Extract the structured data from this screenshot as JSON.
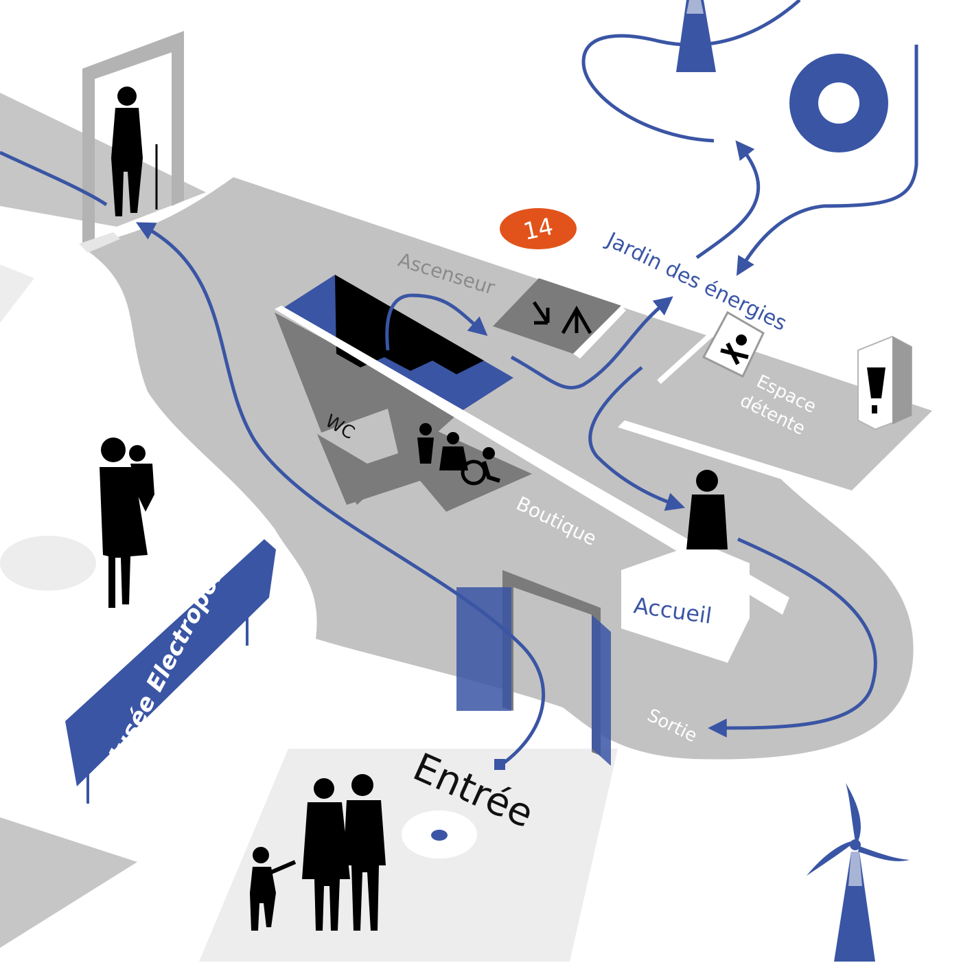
{
  "map": {
    "labels": {
      "ascenseur": "Ascenseur",
      "jardin": "Jardin des énergies",
      "stop_number": "14",
      "espace_line1": "Espace",
      "espace_line2": "détente",
      "wc": "WC",
      "boutique": "Boutique",
      "accueil": "Accueil",
      "sortie": "Sortie",
      "entree": "Entrée",
      "museum_sign": "Musée  Electropolis"
    },
    "icons": [
      "elevator-icon",
      "baby-changing-icon",
      "trash-bin-icon",
      "toilets-icon",
      "wheelchair-icon",
      "turbine-wheel-icon",
      "wind-turbine-icon",
      "route-arrow-icon"
    ],
    "colors": {
      "route_blue": "#3a55a4",
      "floor_grey": "#c2c2c2",
      "wall_grey": "#7b7b7b",
      "badge_orange": "#e2531b",
      "ground_light": "#ededed"
    }
  }
}
